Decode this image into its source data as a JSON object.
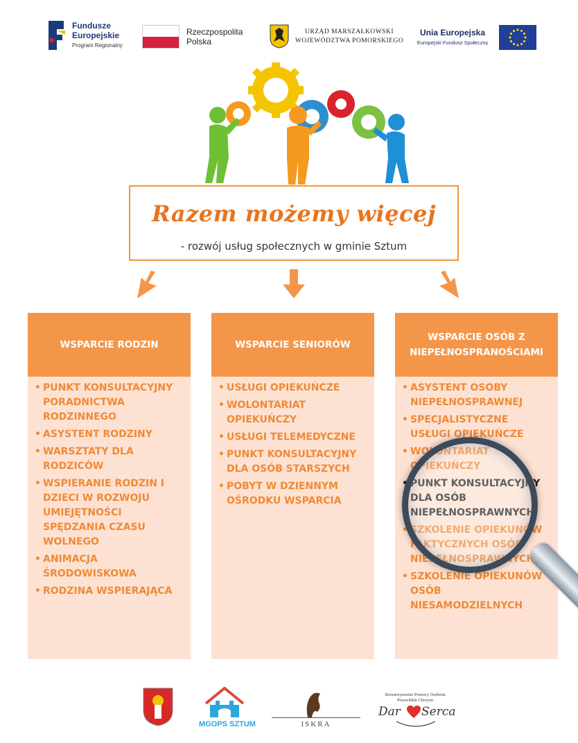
{
  "logos_top": {
    "fundusze": {
      "line1": "Fundusze",
      "line2": "Europejskie",
      "sub": "Program Regionalny"
    },
    "rzeczpospolita": {
      "line1": "Rzeczpospolita",
      "line2": "Polska"
    },
    "urzad": {
      "line1": "URZĄD MARSZAŁKOWSKI",
      "line2": "WOJEWÓDZTWA POMORSKIEGO"
    },
    "unia": {
      "title": "Unia Europejska",
      "sub": "Europejski Fundusz Społeczny"
    }
  },
  "title": {
    "main": "Razem możemy więcej",
    "subtitle": "- rozwój usług społecznych w gminie Sztum"
  },
  "columns": [
    {
      "heading": "WSPARCIE RODZIN",
      "items": [
        "PUNKT KONSULTACYJNY PORADNICTWA RODZINNEGO",
        "ASYSTENT RODZINY",
        "WARSZTATY DLA RODZICÓW",
        "WSPIERANIE RODZIN I DZIECI W ROZWOJU UMIEJĘTNOŚCI SPĘDZANIA CZASU WOLNEGO",
        "ANIMACJA ŚRODOWISKOWA",
        "RODZINA WSPIERAJĄCA"
      ]
    },
    {
      "heading": "WSPARCIE SENIORÓW",
      "items": [
        "USŁUGI OPIEKUŃCZE",
        "WOLONTARIAT OPIEKUŃCZY",
        "USŁUGI TELEMEDYCZNE",
        "PUNKT KONSULTACYJNY DLA OSÓB STARSZYCH",
        "POBYT W DZIENNYM OŚRODKU WSPARCIA"
      ]
    },
    {
      "heading": "WSPARCIE OSÓB Z NIEPEŁNOSPRANOŚCIAMI",
      "items": [
        "ASYSTENT OSOBY NIEPEŁNOSPRAWNEJ",
        "SPECJALISTYCZNE USŁUGI OPIEKUŃCZE",
        "WOLONTARIAT OPIEKUŃCZY",
        "PUNKT KONSULTACYJNY DLA OSÓB NIEPEŁNOSPRAWNYCH",
        "SZKOLENIE OPIEKUNÓW FAKTYCZNYCH OSÓB NIEPEŁNOSPRAWNYCH",
        "SZKOLENIE OPIEKUNÓW OSÓB NIESAMODZIELNYCH"
      ]
    }
  ],
  "logos_bottom": {
    "mgops": "MGOPS SZTUM",
    "iskra": "ISKRA",
    "dar_serca": {
      "top": "Stowarzyszenie Pomocy Osobom Przewlekle Chorym",
      "name_a": "Dar",
      "name_b": "Serca"
    }
  },
  "colors": {
    "orange": "#f4964a",
    "light_orange": "#fde2d3",
    "text_orange": "#ef8a37",
    "title_orange": "#e8741c"
  }
}
